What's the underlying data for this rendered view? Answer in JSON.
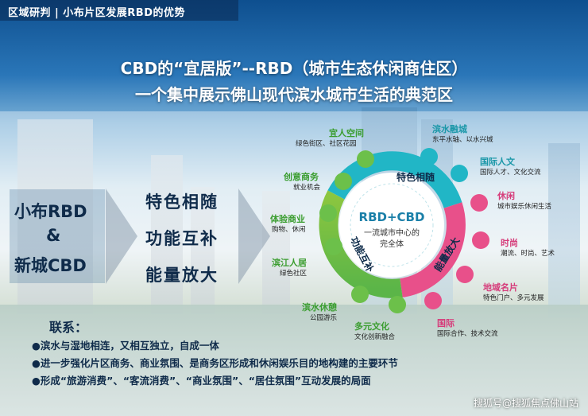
{
  "header": {
    "section_title": "区域研判 | 小布片区发展RBD的优势"
  },
  "headline": {
    "line1": "CBD的“宜居版”--RBD（城市生态休闲商住区）",
    "line2": "一个集中展示佛山现代滨水城市生活的典范区"
  },
  "left": {
    "line1": "小布RBD",
    "line2": "&",
    "line3": "新城CBD"
  },
  "features": [
    "特色相随",
    "功能互补",
    "能量放大"
  ],
  "ring": {
    "center_title": "RBD+CBD",
    "center_sub1": "一流城市中心的",
    "center_sub2": "完全体",
    "arc_top": "特色相随",
    "arc_left": "功能互补",
    "arc_right": "能量放大",
    "colors": {
      "green": "#8cc63f",
      "teal": "#21b6c6",
      "pink": "#e8508a",
      "greenNode": "#6cc04a",
      "pinkNode": "#e8508a"
    }
  },
  "items": [
    {
      "title": "宜人空间",
      "sub": "绿色街区、社区花园",
      "icon": "tree-icon"
    },
    {
      "title": "创意商务",
      "sub": "就业机会",
      "icon": "handshake-icon"
    },
    {
      "title": "体验商业",
      "sub": "购物、休闲",
      "icon": "shopping-bag-icon"
    },
    {
      "title": "滨江人居",
      "sub": "绿色社区",
      "icon": "house-icon"
    },
    {
      "title": "滨水休憩",
      "sub": "公园游乐",
      "icon": "park-icon"
    },
    {
      "title": "多元文化",
      "sub": "文化创新融合",
      "icon": "culture-icon"
    },
    {
      "title": "滨水融城",
      "sub": "东平水轴、以水兴城",
      "icon": "water-icon"
    },
    {
      "title": "国际人文",
      "sub": "国际人才、文化交流",
      "icon": "globe-icon"
    },
    {
      "title": "休闲",
      "sub": "城市娱乐休闲生活",
      "icon": "drink-icon"
    },
    {
      "title": "时尚",
      "sub": "潮流、时尚、艺术",
      "icon": "fashion-icon"
    },
    {
      "title": "地域名片",
      "sub": "特色门户、多元发展",
      "icon": "gift-icon"
    },
    {
      "title": "国际",
      "sub": "国际合作、技术交流",
      "icon": "flower-icon"
    }
  ],
  "links": {
    "title": "联系：",
    "bullets": [
      "●滨水与湿地相连，又相互独立，自成一体",
      "●进一步强化片区商务、商业氛围、是商务区形成和休闲娱乐目的地构建的主要环节",
      "●形成“旅游消费”、“客流消费”、“商业氛围”、“居住氛围”互动发展的局面"
    ]
  },
  "watermark": "搜狐号@搜狐焦点佛山站"
}
